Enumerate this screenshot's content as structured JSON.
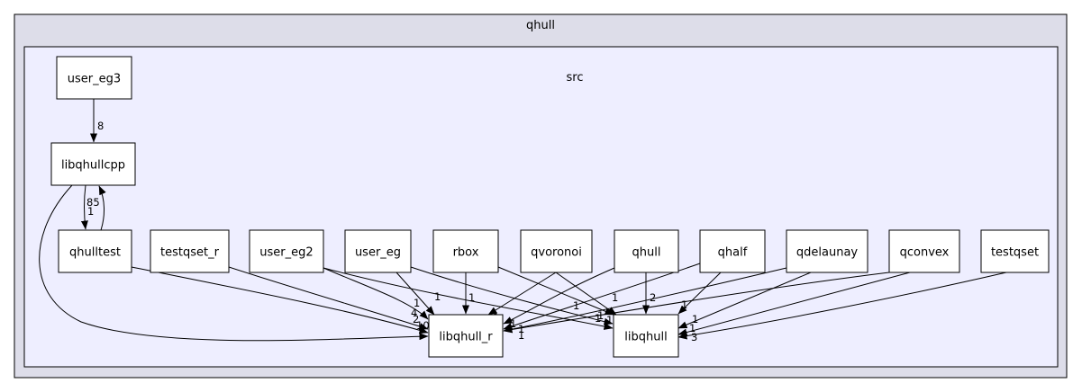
{
  "diagram": {
    "outer_cluster": "qhull",
    "inner_cluster": "src",
    "colors": {
      "outer_fill": "#dddde9",
      "inner_fill": "#eeeeff",
      "node_fill": "#ffffff",
      "stroke": "#000000"
    },
    "nodes": {
      "user_eg3": "user_eg3",
      "libqhullcpp": "libqhullcpp",
      "qhulltest": "qhulltest",
      "testqset_r": "testqset_r",
      "user_eg2": "user_eg2",
      "user_eg": "user_eg",
      "rbox": "rbox",
      "qvoronoi": "qvoronoi",
      "qhull": "qhull",
      "qhalf": "qhalf",
      "qdelaunay": "qdelaunay",
      "qconvex": "qconvex",
      "testqset": "testqset",
      "libqhull_r": "libqhull_r",
      "libqhull": "libqhull"
    },
    "edges": [
      {
        "from": "user_eg3",
        "to": "libqhullcpp",
        "label": "8"
      },
      {
        "from": "libqhullcpp",
        "to": "qhulltest",
        "label": "85"
      },
      {
        "from": "qhulltest",
        "to": "libqhullcpp",
        "label": "1"
      },
      {
        "from": "libqhullcpp",
        "to": "libqhull_r",
        "label": "10"
      },
      {
        "from": "qhulltest",
        "to": "libqhull_r",
        "label": "4"
      },
      {
        "from": "testqset_r",
        "to": "libqhull_r",
        "label": "2"
      },
      {
        "from": "user_eg2",
        "to": "libqhull_r",
        "label": "1"
      },
      {
        "from": "user_eg2",
        "to": "libqhull",
        "label": "1"
      },
      {
        "from": "user_eg",
        "to": "libqhull_r",
        "label": "1"
      },
      {
        "from": "user_eg",
        "to": "libqhull",
        "label": "1"
      },
      {
        "from": "rbox",
        "to": "libqhull_r",
        "label": "1"
      },
      {
        "from": "rbox",
        "to": "libqhull",
        "label": "1"
      },
      {
        "from": "qvoronoi",
        "to": "libqhull_r",
        "label": "1"
      },
      {
        "from": "qvoronoi",
        "to": "libqhull",
        "label": "1"
      },
      {
        "from": "qhull",
        "to": "libqhull_r",
        "label": "1"
      },
      {
        "from": "qhull",
        "to": "libqhull",
        "label": "2"
      },
      {
        "from": "qhalf",
        "to": "libqhull_r",
        "label": "1"
      },
      {
        "from": "qhalf",
        "to": "libqhull",
        "label": "1"
      },
      {
        "from": "qdelaunay",
        "to": "libqhull_r",
        "label": "1"
      },
      {
        "from": "qdelaunay",
        "to": "libqhull",
        "label": "1"
      },
      {
        "from": "qconvex",
        "to": "libqhull_r",
        "label": "1"
      },
      {
        "from": "qconvex",
        "to": "libqhull",
        "label": "1"
      },
      {
        "from": "testqset",
        "to": "libqhull",
        "label": "3"
      }
    ]
  }
}
